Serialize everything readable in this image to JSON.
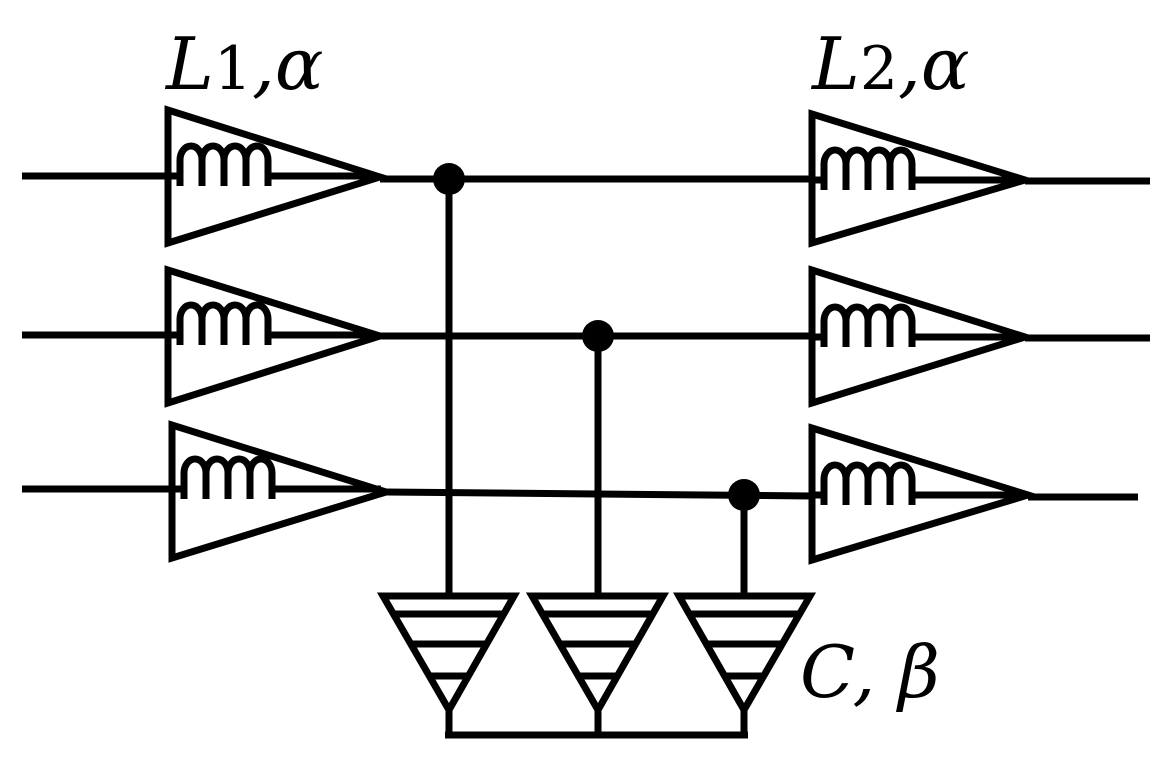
{
  "labels": {
    "inductor_left": {
      "symbol": "L",
      "index": "1",
      "suffix": ",α"
    },
    "inductor_right": {
      "symbol": "L",
      "index": "2",
      "suffix": ",α"
    },
    "capacitor": "C, β"
  },
  "colors": {
    "stroke": "#000000",
    "background": "#ffffff"
  }
}
